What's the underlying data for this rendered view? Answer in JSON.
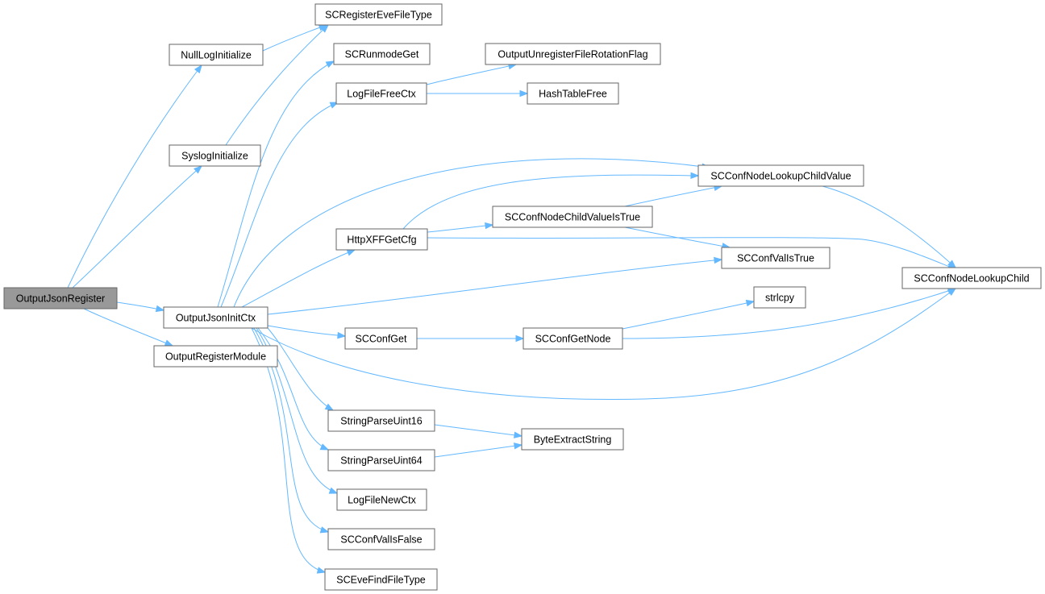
{
  "graph": {
    "root": "OutputJsonRegister",
    "nodes": [
      {
        "id": "OutputJsonRegister",
        "label": "OutputJsonRegister",
        "highlighted": true
      },
      {
        "id": "NullLogInitialize",
        "label": "NullLogInitialize"
      },
      {
        "id": "SyslogInitialize",
        "label": "SyslogInitialize"
      },
      {
        "id": "OutputJsonInitCtx",
        "label": "OutputJsonInitCtx"
      },
      {
        "id": "OutputRegisterModule",
        "label": "OutputRegisterModule"
      },
      {
        "id": "SCRegisterEveFileType",
        "label": "SCRegisterEveFileType"
      },
      {
        "id": "SCRunmodeGet",
        "label": "SCRunmodeGet"
      },
      {
        "id": "LogFileFreeCtx",
        "label": "LogFileFreeCtx"
      },
      {
        "id": "OutputUnregisterFileRotationFlag",
        "label": "OutputUnregisterFileRotationFlag"
      },
      {
        "id": "HashTableFree",
        "label": "HashTableFree"
      },
      {
        "id": "SCConfNodeLookupChildValue",
        "label": "SCConfNodeLookupChildValue"
      },
      {
        "id": "HttpXFFGetCfg",
        "label": "HttpXFFGetCfg"
      },
      {
        "id": "SCConfNodeChildValueIsTrue",
        "label": "SCConfNodeChildValueIsTrue"
      },
      {
        "id": "SCConfValIsTrue",
        "label": "SCConfValIsTrue"
      },
      {
        "id": "SCConfNodeLookupChild",
        "label": "SCConfNodeLookupChild"
      },
      {
        "id": "strlcpy",
        "label": "strlcpy"
      },
      {
        "id": "SCConfGet",
        "label": "SCConfGet"
      },
      {
        "id": "SCConfGetNode",
        "label": "SCConfGetNode"
      },
      {
        "id": "StringParseUint16",
        "label": "StringParseUint16"
      },
      {
        "id": "StringParseUint64",
        "label": "StringParseUint64"
      },
      {
        "id": "ByteExtractString",
        "label": "ByteExtractString"
      },
      {
        "id": "LogFileNewCtx",
        "label": "LogFileNewCtx"
      },
      {
        "id": "SCConfValIsFalse",
        "label": "SCConfValIsFalse"
      },
      {
        "id": "SCEveFindFileType",
        "label": "SCEveFindFileType"
      }
    ],
    "edges": [
      {
        "from": "OutputJsonRegister",
        "to": "NullLogInitialize"
      },
      {
        "from": "OutputJsonRegister",
        "to": "SyslogInitialize"
      },
      {
        "from": "OutputJsonRegister",
        "to": "OutputJsonInitCtx"
      },
      {
        "from": "OutputJsonRegister",
        "to": "OutputRegisterModule"
      },
      {
        "from": "NullLogInitialize",
        "to": "SCRegisterEveFileType"
      },
      {
        "from": "SyslogInitialize",
        "to": "SCRegisterEveFileType"
      },
      {
        "from": "OutputJsonInitCtx",
        "to": "SCRunmodeGet"
      },
      {
        "from": "OutputJsonInitCtx",
        "to": "LogFileFreeCtx"
      },
      {
        "from": "OutputJsonInitCtx",
        "to": "SCConfNodeLookupChildValue"
      },
      {
        "from": "OutputJsonInitCtx",
        "to": "HttpXFFGetCfg"
      },
      {
        "from": "OutputJsonInitCtx",
        "to": "SCConfValIsTrue"
      },
      {
        "from": "OutputJsonInitCtx",
        "to": "SCConfGet"
      },
      {
        "from": "OutputJsonInitCtx",
        "to": "SCConfNodeLookupChild"
      },
      {
        "from": "OutputJsonInitCtx",
        "to": "StringParseUint16"
      },
      {
        "from": "OutputJsonInitCtx",
        "to": "StringParseUint64"
      },
      {
        "from": "OutputJsonInitCtx",
        "to": "LogFileNewCtx"
      },
      {
        "from": "OutputJsonInitCtx",
        "to": "SCConfValIsFalse"
      },
      {
        "from": "OutputJsonInitCtx",
        "to": "SCEveFindFileType"
      },
      {
        "from": "LogFileFreeCtx",
        "to": "OutputUnregisterFileRotationFlag"
      },
      {
        "from": "LogFileFreeCtx",
        "to": "HashTableFree"
      },
      {
        "from": "HttpXFFGetCfg",
        "to": "SCConfNodeLookupChildValue"
      },
      {
        "from": "HttpXFFGetCfg",
        "to": "SCConfNodeChildValueIsTrue"
      },
      {
        "from": "HttpXFFGetCfg",
        "to": "SCConfNodeLookupChild"
      },
      {
        "from": "SCConfNodeChildValueIsTrue",
        "to": "SCConfNodeLookupChildValue"
      },
      {
        "from": "SCConfNodeChildValueIsTrue",
        "to": "SCConfValIsTrue"
      },
      {
        "from": "SCConfNodeLookupChildValue",
        "to": "SCConfNodeLookupChild"
      },
      {
        "from": "SCConfGet",
        "to": "SCConfGetNode"
      },
      {
        "from": "SCConfGetNode",
        "to": "strlcpy"
      },
      {
        "from": "SCConfGetNode",
        "to": "SCConfNodeLookupChild"
      },
      {
        "from": "StringParseUint16",
        "to": "ByteExtractString"
      },
      {
        "from": "StringParseUint64",
        "to": "ByteExtractString"
      }
    ],
    "colors": {
      "edge": "#63b8ff",
      "node_border": "#666666",
      "root_fill": "#999999"
    }
  }
}
